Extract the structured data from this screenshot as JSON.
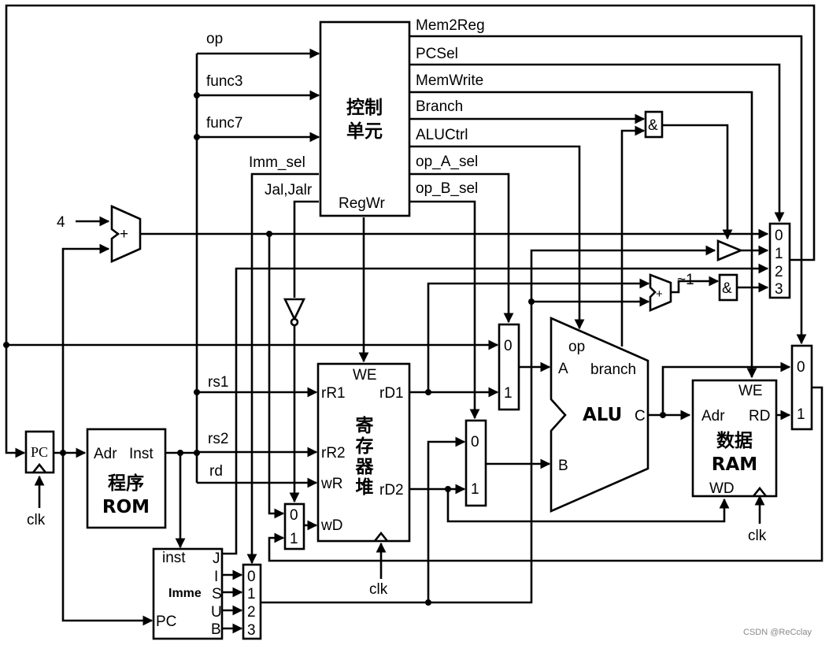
{
  "control_unit": {
    "title_line1": "控制",
    "title_line2": "单元",
    "inputs": {
      "op": "op",
      "func3": "func3",
      "func7": "func7"
    },
    "outputs": {
      "mem2reg": "Mem2Reg",
      "pcsel": "PCSel",
      "memwrite": "MemWrite",
      "branch": "Branch",
      "aluctrl": "ALUCtrl",
      "op_a_sel": "op_A_sel",
      "op_b_sel": "op_B_sel",
      "imm_sel": "Imm_sel",
      "jal_jalr": "Jal,Jalr",
      "regwr": "RegWr"
    }
  },
  "register_file": {
    "title": [
      "寄",
      "存",
      "器",
      "堆"
    ],
    "ports": {
      "we": "WE",
      "rr1": "rR1",
      "rr2": "rR2",
      "wr": "wR",
      "wd": "wD",
      "rd1": "rD1",
      "rd2": "rD2"
    },
    "inputs": {
      "rs1": "rs1",
      "rs2": "rs2",
      "rd": "rd"
    }
  },
  "alu": {
    "title": "ALU",
    "ports": {
      "op": "op",
      "branch": "branch",
      "a": "A",
      "b": "B",
      "c": "C"
    }
  },
  "data_ram": {
    "title_line1": "数据",
    "title_line2": "RAM",
    "ports": {
      "we": "WE",
      "adr": "Adr",
      "rd": "RD",
      "wd": "WD"
    }
  },
  "program_rom": {
    "title_line1": "程序",
    "title_line2": "ROM",
    "ports": {
      "adr": "Adr",
      "inst": "Inst"
    }
  },
  "pc": {
    "label": "PC"
  },
  "imme": {
    "title": "Imme",
    "ports": {
      "inst": "inst",
      "pc": "PC",
      "j": "J",
      "i": "I",
      "s": "S",
      "u": "U",
      "b": "B"
    }
  },
  "adder": {
    "plus": "+",
    "const4": "4"
  },
  "branch_adder": {
    "plus": "+",
    "not1": "~1"
  },
  "and_gate": "&",
  "clk": "clk",
  "mux_labels": {
    "zero": "0",
    "one": "1",
    "two": "2",
    "three": "3"
  },
  "watermark": "CSDN @ReCclay"
}
